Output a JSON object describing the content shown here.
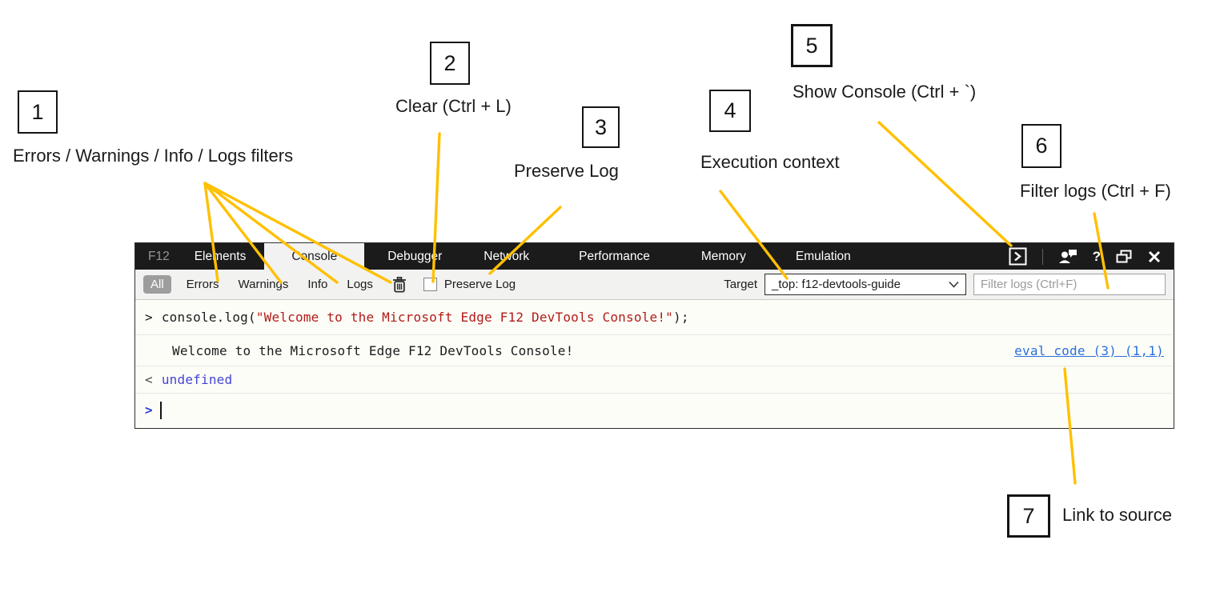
{
  "annotations": {
    "line_color": "#FFC000",
    "callouts": [
      {
        "number": "1",
        "label": "Errors / Warnings / Info / Logs filters"
      },
      {
        "number": "2",
        "label": "Clear (Ctrl + L)"
      },
      {
        "number": "3",
        "label": "Preserve Log"
      },
      {
        "number": "4",
        "label": "Execution context"
      },
      {
        "number": "5",
        "label": "Show Console (Ctrl + `)"
      },
      {
        "number": "6",
        "label": "Filter logs (Ctrl + F)"
      },
      {
        "number": "7",
        "label": "Link to source"
      }
    ]
  },
  "devtools": {
    "logo": "F12",
    "tabs": [
      {
        "label": "Elements",
        "active": false
      },
      {
        "label": "Console",
        "active": true
      },
      {
        "label": "Debugger",
        "active": false
      },
      {
        "label": "Network",
        "active": false
      },
      {
        "label": "Performance",
        "active": false
      },
      {
        "label": "Memory",
        "active": false
      },
      {
        "label": "Emulation",
        "active": false
      }
    ],
    "titlebar_icons": {
      "show_console": "show-console",
      "feedback": "feedback-person",
      "help": "?",
      "undock": "undock-windows",
      "close": "close"
    },
    "toolbar": {
      "filters": [
        {
          "label": "All",
          "active": true
        },
        {
          "label": "Errors",
          "active": false
        },
        {
          "label": "Warnings",
          "active": false
        },
        {
          "label": "Info",
          "active": false
        },
        {
          "label": "Logs",
          "active": false
        }
      ],
      "preserve_log_label": "Preserve Log",
      "preserve_log_checked": false,
      "target_label": "Target",
      "target_value": "_top: f12-devtools-guide",
      "filter_placeholder": "Filter logs (Ctrl+F)"
    },
    "console": {
      "echo_prompt": ">",
      "code_fn": "console.log(",
      "code_string": "\"Welcome to the Microsoft Edge F12 DevTools Console!\"",
      "code_close": ");",
      "log_message": "Welcome to the Microsoft Edge F12 DevTools Console!",
      "source_link": "eval code (3) (1,1)",
      "result_prompt": "<",
      "result_value": "undefined",
      "input_prompt": ">"
    },
    "colors": {
      "titlebar_bg": "#1b1b1b",
      "active_tab_bg": "#f2f2f2",
      "toolbar_bg": "#f2f2f1",
      "string_red": "#b21b17",
      "result_blue": "#4343d9",
      "link_blue": "#2a6fdb",
      "all_pill_bg": "#9d9d9d"
    }
  }
}
